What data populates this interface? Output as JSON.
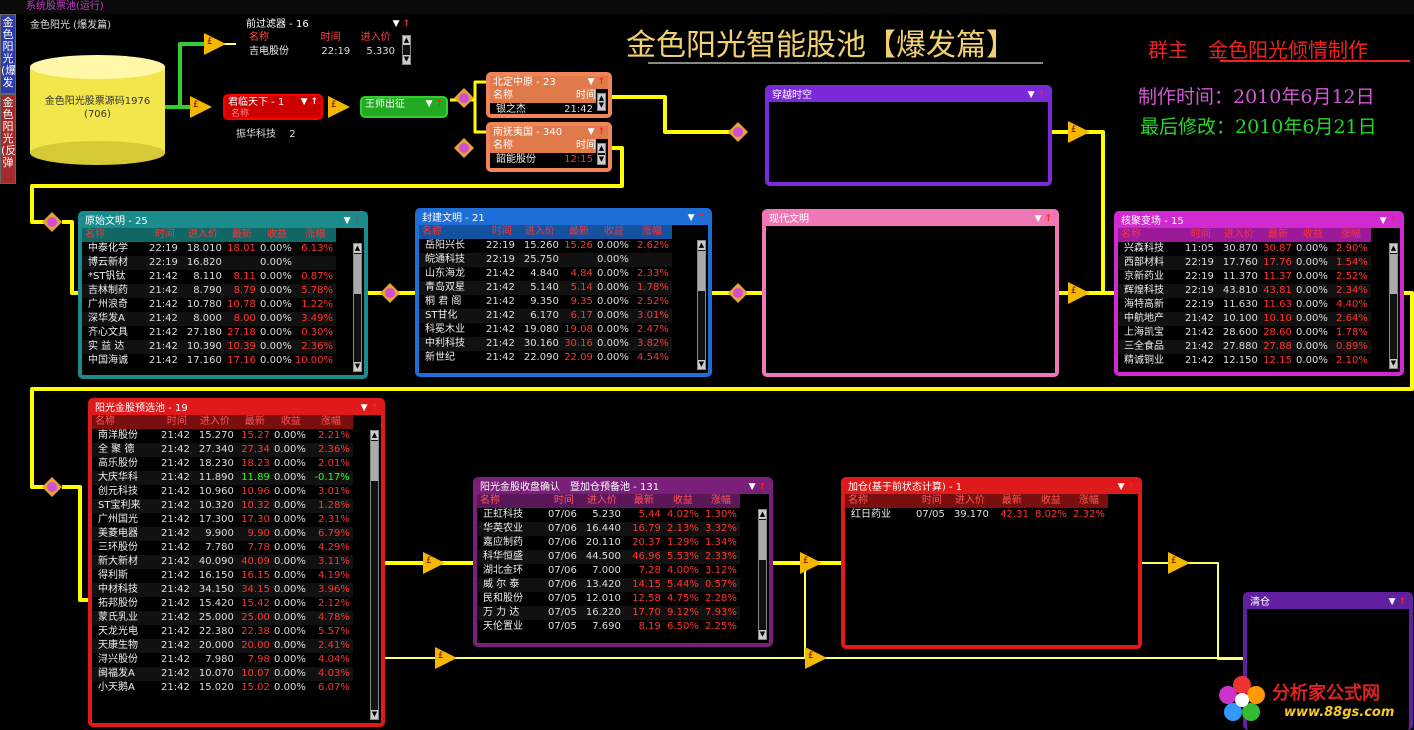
{
  "window": {
    "title": "系统股票池(运行)"
  },
  "side_tabs": [
    "金色阳光(爆发",
    "金色阳光(反弹"
  ],
  "canvas_label": "金色阳光 (爆发篇)",
  "source_db": {
    "label": "金色阳光股票源码1976",
    "count": "(706)"
  },
  "header": {
    "title": "金色阳光智能股池【爆发篇】",
    "author": "群主　金色阳光倾情制作",
    "created": "制作时间：2010年6月12日",
    "modified": "最后修改：2010年6月21日"
  },
  "icons": {
    "dropdown": "▼",
    "up_arrow": "↑",
    "gate_symbol": "£"
  },
  "colors": {
    "wire": "#ffff00",
    "green_wire": "#33cc33",
    "gate": "#f5b800"
  },
  "watermark": {
    "name": "分析家公式网",
    "url": "www.88gs.com"
  },
  "prefilter": {
    "title": "前过滤器 - 16",
    "headers": [
      "名称",
      "时间",
      "进入价"
    ],
    "rows": [
      [
        "吉电股份",
        "22:19",
        "5.330"
      ]
    ]
  },
  "junzhu": {
    "title": "君临天下 - 1",
    "header": "名称",
    "stock": "振华科技",
    "count": "2"
  },
  "wangshi": {
    "title": "王师出征"
  },
  "beiding": {
    "title": "北定中原 - 23",
    "headers": [
      "名称",
      "时间"
    ],
    "rows": [
      [
        "银之杰",
        "21:42"
      ]
    ]
  },
  "nankang": {
    "title": "南抚夷国 - 340",
    "headers": [
      "名称",
      "时间"
    ],
    "rows": [
      [
        "韶能股份",
        "12:15"
      ]
    ]
  },
  "chuanyue": {
    "title": "穿越时空"
  },
  "xiandai": {
    "title": "现代文明"
  },
  "qingcang": {
    "title": "清仓"
  },
  "yuanshi": {
    "title": "原始文明 - 25",
    "headers": [
      "名称",
      "时间",
      "进入价",
      "最新",
      "收益",
      "涨幅"
    ],
    "rows": [
      [
        "中泰化学",
        "22:19",
        "18.010",
        "18.01",
        "0.00%",
        "6.13%"
      ],
      [
        "博云新材",
        "22:19",
        "16.820",
        "",
        "0.00%",
        ""
      ],
      [
        "*ST钒钛",
        "21:42",
        "8.110",
        "8.11",
        "0.00%",
        "0.87%"
      ],
      [
        "吉林制药",
        "21:42",
        "8.790",
        "8.79",
        "0.00%",
        "5.78%"
      ],
      [
        "广州浪奇",
        "21:42",
        "10.780",
        "10.78",
        "0.00%",
        "1.22%"
      ],
      [
        "深华发A",
        "21:42",
        "8.000",
        "8.00",
        "0.00%",
        "3.49%"
      ],
      [
        "齐心文具",
        "21:42",
        "27.180",
        "27.18",
        "0.00%",
        "0.30%"
      ],
      [
        "实 益 达",
        "21:42",
        "10.390",
        "10.39",
        "0.00%",
        "2.36%"
      ],
      [
        "中国海诚",
        "21:42",
        "17.160",
        "17.16",
        "0.00%",
        "10.00%"
      ]
    ]
  },
  "fengjian": {
    "title": "封建文明 - 21",
    "headers": [
      "名称",
      "时间",
      "进入价",
      "最新",
      "收益",
      "涨幅"
    ],
    "rows": [
      [
        "岳阳兴长",
        "22:19",
        "15.260",
        "15.26",
        "0.00%",
        "2.62%"
      ],
      [
        "皖通科技",
        "22:19",
        "25.750",
        "",
        "0.00%",
        ""
      ],
      [
        "山东海龙",
        "21:42",
        "4.840",
        "4.84",
        "0.00%",
        "2.33%"
      ],
      [
        "青岛双星",
        "21:42",
        "5.140",
        "5.14",
        "0.00%",
        "1.78%"
      ],
      [
        "桐 君 阁",
        "21:42",
        "9.350",
        "9.35",
        "0.00%",
        "2.52%"
      ],
      [
        "ST甘化",
        "21:42",
        "6.170",
        "6.17",
        "0.00%",
        "3.01%"
      ],
      [
        "科冕木业",
        "21:42",
        "19.080",
        "19.08",
        "0.00%",
        "2.47%"
      ],
      [
        "中利科技",
        "21:42",
        "30.160",
        "30.16",
        "0.00%",
        "3.82%"
      ],
      [
        "新世纪",
        "21:42",
        "22.090",
        "22.09",
        "0.00%",
        "4.54%"
      ]
    ]
  },
  "hejubian": {
    "title": "核聚变场 - 15",
    "headers": [
      "名称",
      "时间",
      "进入价",
      "最新",
      "收益",
      "涨幅"
    ],
    "rows": [
      [
        "兴森科技",
        "11:05",
        "30.870",
        "30.87",
        "0.00%",
        "2.90%"
      ],
      [
        "西部材料",
        "22:19",
        "17.760",
        "17.76",
        "0.00%",
        "1.54%"
      ],
      [
        "京新药业",
        "22:19",
        "11.370",
        "11.37",
        "0.00%",
        "2.52%"
      ],
      [
        "辉煌科技",
        "22:19",
        "43.810",
        "43.81",
        "0.00%",
        "2.34%"
      ],
      [
        "海特高新",
        "22:19",
        "11.630",
        "11.63",
        "0.00%",
        "4.40%"
      ],
      [
        "中航地产",
        "21:42",
        "10.100",
        "10.10",
        "0.00%",
        "2.64%"
      ],
      [
        "上海凯宝",
        "21:42",
        "28.600",
        "28.60",
        "0.00%",
        "1.78%"
      ],
      [
        "三全食品",
        "21:42",
        "27.880",
        "27.88",
        "0.00%",
        "0.89%"
      ],
      [
        "精诚铜业",
        "21:42",
        "12.150",
        "12.15",
        "0.00%",
        "2.10%"
      ]
    ]
  },
  "yangguang": {
    "title": "阳光金股预选池 - 19",
    "headers": [
      "名称",
      "时间",
      "进入价",
      "最新",
      "收益",
      "涨幅"
    ],
    "rows": [
      [
        "南洋股份",
        "21:42",
        "15.270",
        "15.27",
        "0.00%",
        "2.21%"
      ],
      [
        "全 聚 德",
        "21:42",
        "27.340",
        "27.34",
        "0.00%",
        "2.36%"
      ],
      [
        "高乐股份",
        "21:42",
        "18.230",
        "18.23",
        "0.00%",
        "2.01%"
      ],
      [
        "大庆华科",
        "21:42",
        "11.890",
        "11.89",
        "0.00%",
        "-0.17%"
      ],
      [
        "创元科技",
        "21:42",
        "10.960",
        "10.96",
        "0.00%",
        "3.01%"
      ],
      [
        "ST宝利来",
        "21:42",
        "10.320",
        "10.32",
        "0.00%",
        "1.28%"
      ],
      [
        "广州国光",
        "21:42",
        "17.300",
        "17.30",
        "0.00%",
        "2.31%"
      ],
      [
        "美菱电器",
        "21:42",
        "9.900",
        "9.90",
        "0.00%",
        "6.79%"
      ],
      [
        "三环股份",
        "21:42",
        "7.780",
        "7.78",
        "0.00%",
        "4.29%"
      ],
      [
        "新大新材",
        "21:42",
        "40.090",
        "40.09",
        "0.00%",
        "3.11%"
      ],
      [
        "得利斯",
        "21:42",
        "16.150",
        "16.15",
        "0.00%",
        "4.19%"
      ],
      [
        "中材科技",
        "21:42",
        "34.150",
        "34.15",
        "0.00%",
        "3.96%"
      ],
      [
        "拓邦股份",
        "21:42",
        "15.420",
        "15.42",
        "0.00%",
        "2.12%"
      ],
      [
        "蒙氏乳业",
        "21:42",
        "25.000",
        "25.00",
        "0.00%",
        "4.78%"
      ],
      [
        "天龙光电",
        "21:42",
        "22.380",
        "22.38",
        "0.00%",
        "5.57%"
      ],
      [
        "天康生物",
        "21:42",
        "20.000",
        "20.00",
        "0.00%",
        "2.41%"
      ],
      [
        "浔兴股份",
        "21:42",
        "7.980",
        "7.98",
        "0.00%",
        "4.04%"
      ],
      [
        "闽福发A",
        "21:42",
        "10.070",
        "10.07",
        "0.00%",
        "4.03%"
      ],
      [
        "小天鹅A",
        "21:42",
        "15.020",
        "15.02",
        "0.00%",
        "6.07%"
      ]
    ]
  },
  "shoupan": {
    "title": "阳光金股收盘确认　暨加仓预备池 - 131",
    "headers": [
      "名称",
      "时间",
      "进入价",
      "最新",
      "收益",
      "涨幅"
    ],
    "rows": [
      [
        "正虹科技",
        "07/06",
        "5.230",
        "5.44",
        "4.02%",
        "1.30%"
      ],
      [
        "华英农业",
        "07/06",
        "16.440",
        "16.79",
        "2.13%",
        "3.32%"
      ],
      [
        "嘉应制药",
        "07/06",
        "20.110",
        "20.37",
        "1.29%",
        "1.34%"
      ],
      [
        "科华恒盛",
        "07/06",
        "44.500",
        "46.96",
        "5.53%",
        "2.33%"
      ],
      [
        "湖北金环",
        "07/06",
        "7.000",
        "7.28",
        "4.00%",
        "3.12%"
      ],
      [
        "威 尔 泰",
        "07/06",
        "13.420",
        "14.15",
        "5.44%",
        "0.57%"
      ],
      [
        "民和股份",
        "07/05",
        "12.010",
        "12.58",
        "4.75%",
        "2.28%"
      ],
      [
        "万 力 达",
        "07/05",
        "16.220",
        "17.70",
        "9.12%",
        "7.93%"
      ],
      [
        "天伦置业",
        "07/05",
        "7.690",
        "8.19",
        "6.50%",
        "2.25%"
      ]
    ]
  },
  "jiacang": {
    "title": "加仓(基于前状态计算) - 1",
    "headers": [
      "名称",
      "时间",
      "进入价",
      "最新",
      "收益",
      "涨幅"
    ],
    "rows": [
      [
        "红日药业",
        "07/05",
        "39.170",
        "42.31",
        "8.02%",
        "2.32%"
      ]
    ]
  }
}
